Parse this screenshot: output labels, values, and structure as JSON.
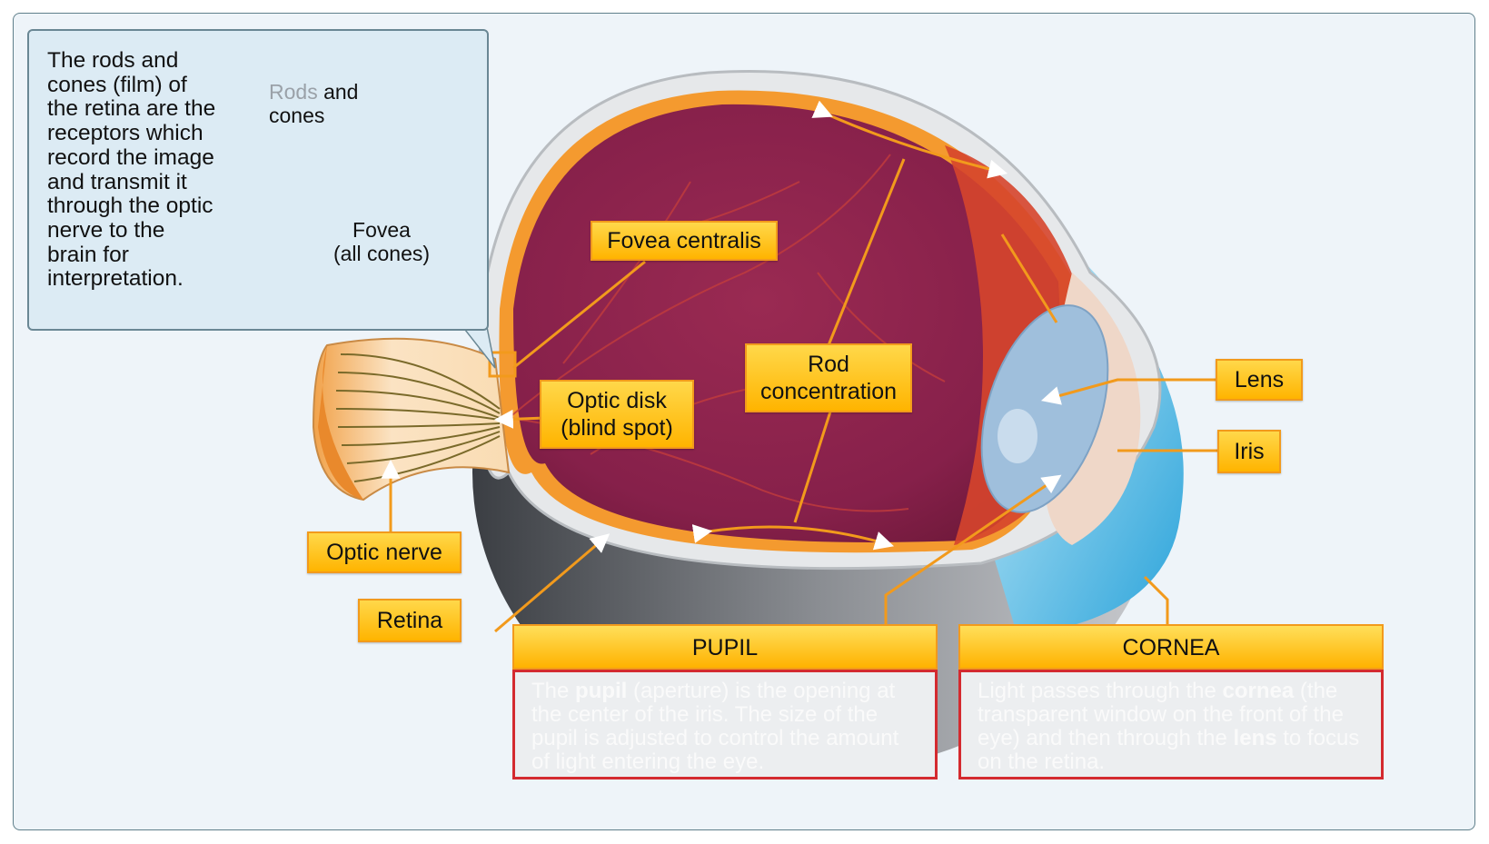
{
  "callout": {
    "text": "The rods and cones (film) of the retina are the receptors which record the image and transmit it through the optic nerve to the brain for interpretation."
  },
  "inset": {
    "rods_word": "Rods",
    "rods_rest": " and cones",
    "fovea_line1": "Fovea",
    "fovea_line2": "(all cones)"
  },
  "labels": {
    "fovea_centralis": "Fovea centralis",
    "rod_line1": "Rod",
    "rod_line2": "concentration",
    "optic_disk_line1": "Optic disk",
    "optic_disk_line2": "(blind spot)",
    "optic_nerve": "Optic nerve",
    "retina": "Retina",
    "lens": "Lens",
    "iris": "Iris"
  },
  "panels": {
    "pupil": {
      "title": "PUPIL",
      "body_pre": "The ",
      "body_bold": "pupil",
      "body_post": " (aperture) is the opening at the center of the iris. The size of the pupil is adjusted to control the amount of light entering the eye."
    },
    "cornea": {
      "title": "CORNEA",
      "body_pre": "Light passes through the ",
      "body_bold1": "cornea",
      "body_mid": " (the transparent window on the front of the eye) and then through the ",
      "body_bold2": "lens",
      "body_post": " to focus on the retina."
    }
  },
  "colors": {
    "label_fill": "#ffc21a",
    "label_border": "#f29a1c",
    "panel_border": "#d42a2f",
    "eye_interior": "#8c2248",
    "leader_line": "#f29a1c"
  }
}
